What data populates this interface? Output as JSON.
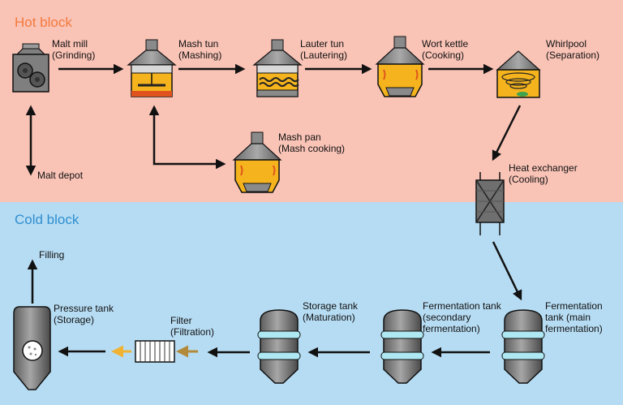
{
  "blocks": {
    "hot": {
      "title": "Hot block",
      "color": "#f47a3d",
      "background": "#f9c3b6"
    },
    "cold": {
      "title": "Cold block",
      "color": "#2f8fd0",
      "background": "#b6dcf3"
    }
  },
  "colors": {
    "equipment_gray": "#7f7f7f",
    "mash_yellow": "#f5b41d",
    "hot_orange": "#e0531f",
    "cooling_ring": "#aee8f3",
    "arrow": "#111111",
    "filter_in_arrow": "#f0b232",
    "filter_out_arrow": "#b28a3a"
  },
  "nodes": {
    "malt_mill": {
      "name": "Malt mill",
      "process": "(Grinding)"
    },
    "malt_depot": {
      "name": "Malt depot"
    },
    "mash_tun": {
      "name": "Mash tun",
      "process": "(Mashing)"
    },
    "lauter_tun": {
      "name": "Lauter tun",
      "process": "(Lautering)"
    },
    "wort_kettle": {
      "name": "Wort kettle",
      "process": "(Cooking)"
    },
    "whirlpool": {
      "name": "Whirlpool",
      "process": "(Separation)"
    },
    "mash_pan": {
      "name": "Mash pan",
      "process": "(Mash cooking)"
    },
    "heat_exchanger": {
      "name": "Heat exchanger",
      "process": "(Cooling)"
    },
    "fermentation_main": {
      "line1": "Fermentation",
      "line2": "tank (main",
      "line3": "fermentation)"
    },
    "fermentation_secondary": {
      "line1": "Fermentation tank",
      "line2": "(secondary",
      "line3": "fermentation)"
    },
    "storage_tank": {
      "name": "Storage tank",
      "process": "(Maturation)"
    },
    "filter": {
      "name": "Filter",
      "process": "(Filtration)"
    },
    "pressure_tank": {
      "name": "Pressure tank",
      "process": "(Storage)"
    },
    "filling": {
      "name": "Filling"
    }
  }
}
